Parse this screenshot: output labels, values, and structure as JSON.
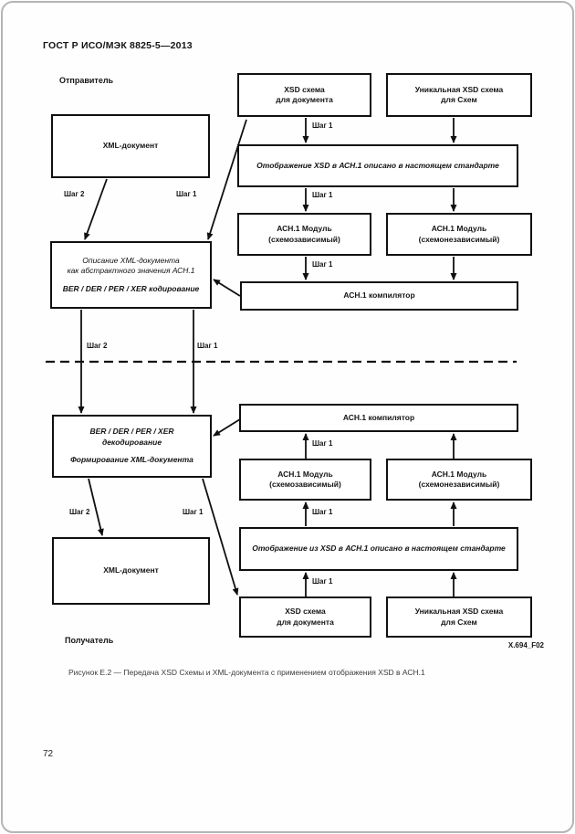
{
  "page": {
    "header_title": "ГОСТ Р ИСО/МЭК 8825-5—2013",
    "page_number": "72",
    "figure_caption": "Рисунок Е.2 — Передача XSD Схемы и XML-документа с применением отображения XSD в АСН.1",
    "figure_code": "X.694_F02"
  },
  "labels": {
    "sender": "Отправитель",
    "receiver": "Получатель",
    "step1": "Шаг 1",
    "step2": "Шаг 2"
  },
  "boxes": {
    "xml_document": "XML-документ",
    "xsd_schema_line1": "XSD схема",
    "xsd_schema_line2": "для документа",
    "unique_xsd_line1": "Уникальная XSD схема",
    "unique_xsd_line2": "для Схем",
    "mapping_to": "Отображение XSD в АСН.1 описано в настоящем стандарте",
    "mapping_from": "Отображение из XSD в АСН.1 описано в настоящем стандарте",
    "asn1_module_line1": "АСН.1 Модуль",
    "asn1_module_dep": "(схемозависимый)",
    "asn1_module_indep": "(схемонезависимый)",
    "asn1_compiler": "АСН.1 компилятор",
    "describe_line1": "Описание XML-документа",
    "describe_line2": "как абстрактного значения АСН.1",
    "encode_line": "BER / DER / PER / XER кодирование",
    "decode_line1": "BER / DER / PER / XER",
    "decode_line2": "декодирование",
    "form_xml": "Формирование XML-документа"
  }
}
